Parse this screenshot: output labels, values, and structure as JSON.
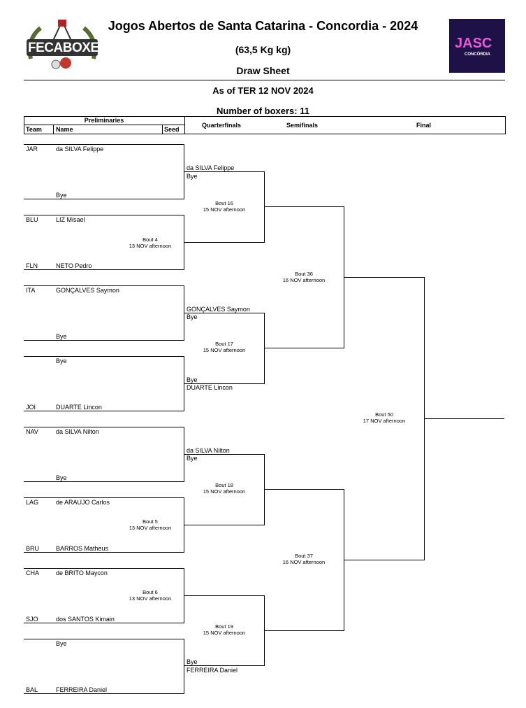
{
  "header": {
    "title": "Jogos Abertos de Santa Catarina - Concordia - 2024",
    "weight": "(63,5 Kg kg)",
    "sheet": "Draw Sheet",
    "as_of": "As of TER 12 NOV 2024",
    "num_boxers": "Number of boxers: 11"
  },
  "logos": {
    "left_text": "FECABOXE",
    "right_text": "JASC",
    "right_sub": "CONCÓRDIA"
  },
  "columns": {
    "preliminaries": "Preliminaries",
    "team": "Team",
    "name": "Name",
    "seed": "Seed",
    "quarterfinals": "Quarterfinals",
    "semifinals": "Semifinals",
    "final": "Final"
  },
  "prelims": [
    {
      "team": "JAR",
      "name": "da SILVA Felippe"
    },
    {
      "team": "",
      "name": "Bye"
    },
    {
      "team": "BLU",
      "name": "LIZ Misael"
    },
    {
      "team": "FLN",
      "name": "NETO Pedro"
    },
    {
      "team": "ITA",
      "name": "GONÇALVES Saymon"
    },
    {
      "team": "",
      "name": "Bye"
    },
    {
      "team": "",
      "name": "Bye"
    },
    {
      "team": "JOI",
      "name": "DUARTE Lincon"
    },
    {
      "team": "NAV",
      "name": "da SILVA Nilton"
    },
    {
      "team": "",
      "name": "Bye"
    },
    {
      "team": "LAG",
      "name": "de ARAUJO Carlos"
    },
    {
      "team": "BRU",
      "name": "BARROS Matheus"
    },
    {
      "team": "CHA",
      "name": "de BRITO Maycon"
    },
    {
      "team": "SJO",
      "name": "dos SANTOS Kimain"
    },
    {
      "team": "",
      "name": "Bye"
    },
    {
      "team": "BAL",
      "name": "FERREIRA Daniel"
    }
  ],
  "prelim_bouts": [
    {
      "bout": "Bout 4",
      "date": "13 NOV afternoon"
    },
    {
      "bout": "Bout 5",
      "date": "13 NOV afternoon"
    },
    {
      "bout": "Bout 6",
      "date": "13 NOV afternoon"
    }
  ],
  "qf_names": [
    {
      "top": "da SILVA Felippe",
      "bottom": "Bye"
    },
    {
      "top": "GONÇALVES Saymon",
      "bottom": "Bye"
    },
    {
      "top": "Bye",
      "bottom": "DUARTE Lincon"
    },
    {
      "top": "da SILVA Nilton",
      "bottom": "Bye"
    },
    {
      "top": "Bye",
      "bottom": "FERREIRA Daniel"
    }
  ],
  "qf_bouts": [
    {
      "bout": "Bout 16",
      "date": "15 NOV afternoon"
    },
    {
      "bout": "Bout 17",
      "date": "15 NOV afternoon"
    },
    {
      "bout": "Bout 18",
      "date": "15 NOV afternoon"
    },
    {
      "bout": "Bout 19",
      "date": "15 NOV afternoon"
    }
  ],
  "sf_bouts": [
    {
      "bout": "Bout 36",
      "date": "16 NOV afternoon"
    },
    {
      "bout": "Bout 37",
      "date": "16 NOV afternoon"
    }
  ],
  "final_bout": {
    "bout": "Bout 50",
    "date": "17 NOV afternoon"
  }
}
